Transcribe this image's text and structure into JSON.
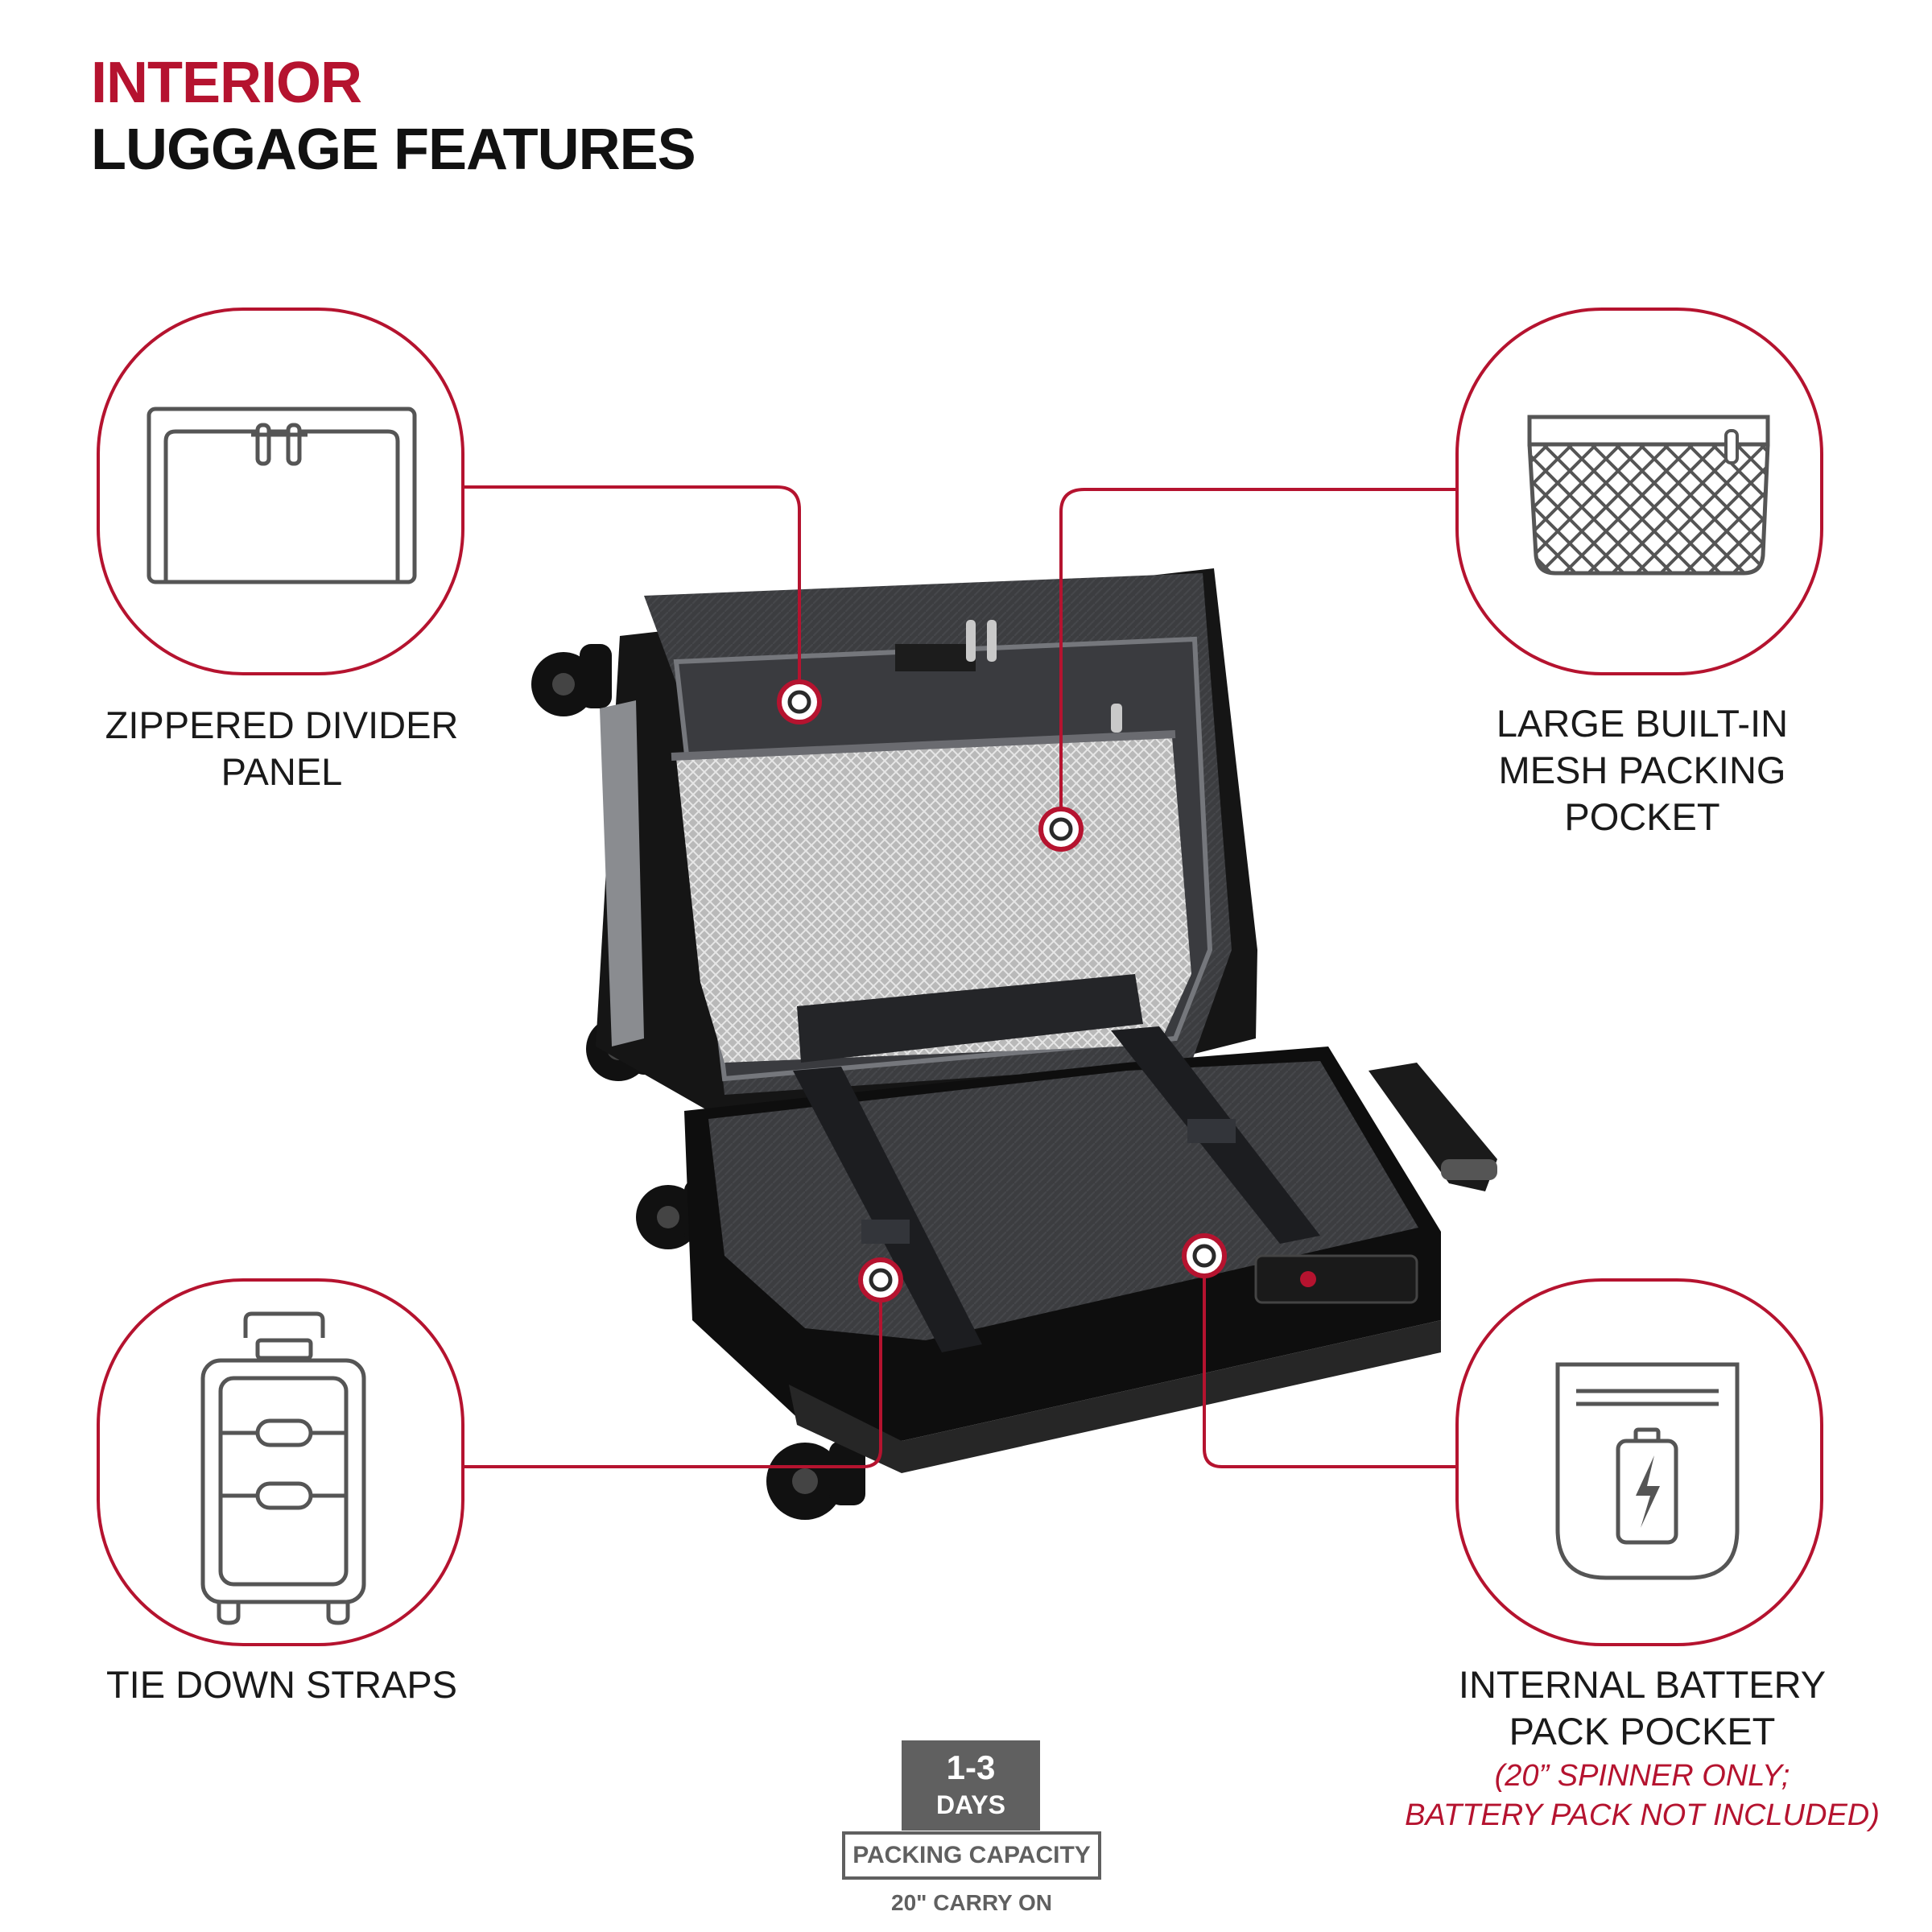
{
  "heading": {
    "line1": "INTERIOR",
    "line2": "LUGGAGE FEATURES"
  },
  "features": {
    "divider": {
      "label": "ZIPPERED DIVIDER PANEL",
      "icon": "zippered-divider-icon"
    },
    "mesh": {
      "line1": "LARGE BUILT-IN",
      "line2": "MESH PACKING",
      "line3": "POCKET",
      "icon": "mesh-pocket-icon"
    },
    "straps": {
      "label": "TIE DOWN STRAPS",
      "icon": "tie-down-straps-icon"
    },
    "battery": {
      "line1": "INTERNAL BATTERY",
      "line2": "PACK POCKET",
      "note1": "(20” SPINNER ONLY;",
      "note2": "BATTERY PACK NOT INCLUDED)",
      "icon": "battery-pocket-icon"
    }
  },
  "capacity": {
    "range": "1-3",
    "unit": "DAYS",
    "label": "PACKING CAPACITY",
    "size": "20\" CARRY ON"
  },
  "colors": {
    "accent": "#b5132f",
    "icon_stroke": "#555555",
    "badge": "#606060"
  }
}
